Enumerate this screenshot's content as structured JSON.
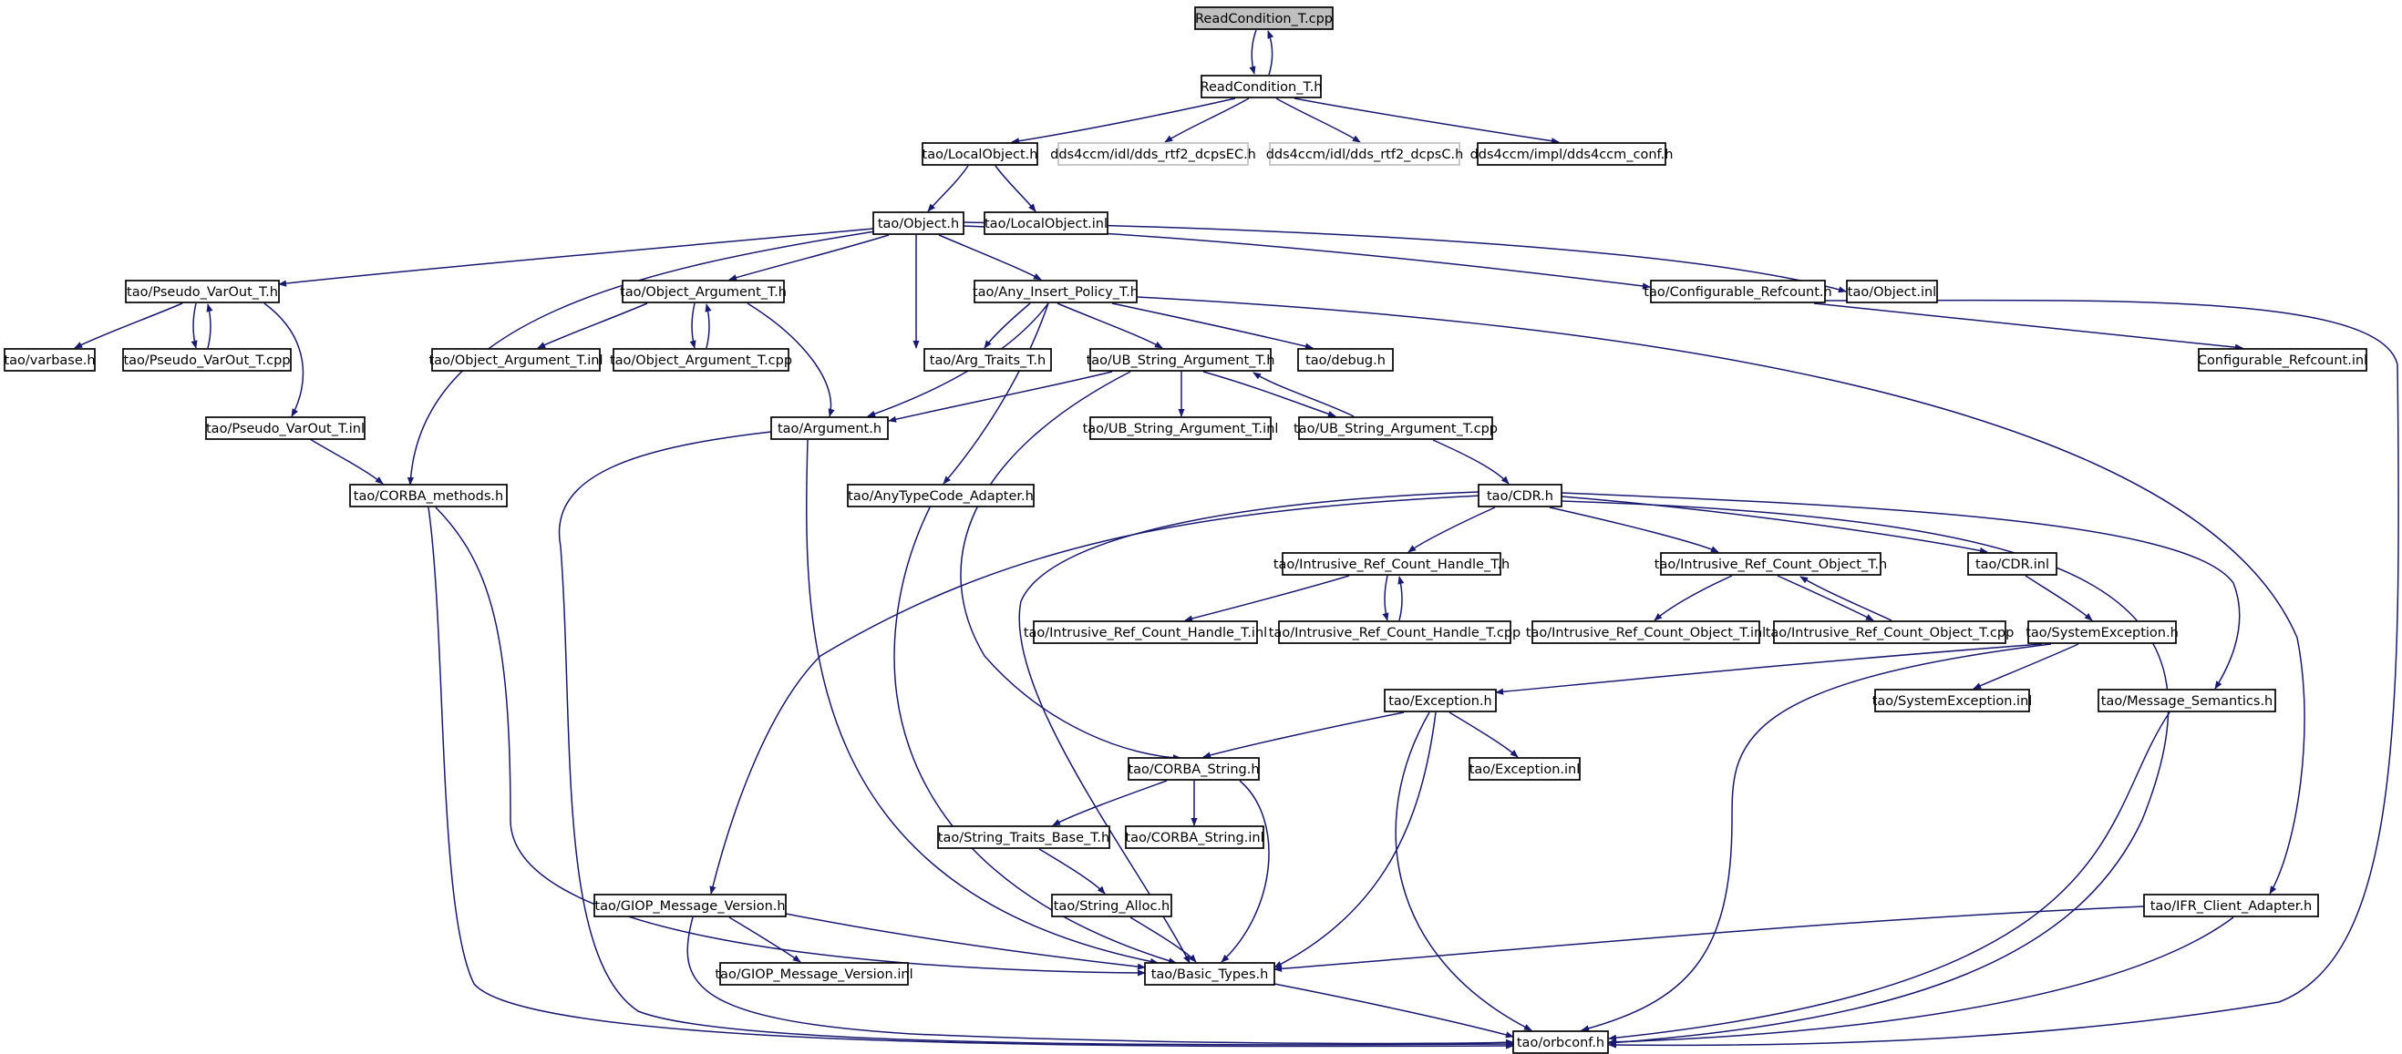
{
  "colors": {
    "edge": "#191970",
    "root_fill": "#bfbfbf",
    "external_border": "#bfbfbf",
    "node_border": "#000000"
  },
  "nodes": {
    "rc_cpp": "ReadCondition_T.cpp",
    "rc_h": "ReadCondition_T.h",
    "local_obj": "tao/LocalObject.h",
    "dcpsec": "dds4ccm/idl/dds_rtf2_dcpsEC.h",
    "dcpsc": "dds4ccm/idl/dds_rtf2_dcpsC.h",
    "ccmconf": "dds4ccm/impl/dds4ccm_conf.h",
    "object_h": "tao/Object.h",
    "local_obj_inl": "tao/LocalObject.inl",
    "pseudo_h": "tao/Pseudo_VarOut_T.h",
    "objarg_h": "tao/Object_Argument_T.h",
    "anyins_h": "tao/Any_Insert_Policy_T.h",
    "cfgref_h": "tao/Configurable_Refcount.h",
    "object_inl": "tao/Object.inl",
    "varbase": "tao/varbase.h",
    "pseudo_cpp": "tao/Pseudo_VarOut_T.cpp",
    "objarg_inl": "tao/Object_Argument_T.inl",
    "objarg_cpp": "tao/Object_Argument_T.cpp",
    "argtraits": "tao/Arg_Traits_T.h",
    "ubstr_h": "tao/UB_String_Argument_T.h",
    "debug": "tao/debug.h",
    "cfgref_inl": "Configurable_Refcount.inl",
    "pseudo_inl": "tao/Pseudo_VarOut_T.inl",
    "argument_h": "tao/Argument.h",
    "ubstr_inl": "tao/UB_String_Argument_T.inl",
    "ubstr_cpp": "tao/UB_String_Argument_T.cpp",
    "corba_methods": "tao/CORBA_methods.h",
    "anytc": "tao/AnyTypeCode_Adapter.h",
    "cdr_h": "tao/CDR.h",
    "irch_h": "tao/Intrusive_Ref_Count_Handle_T.h",
    "irco_h": "tao/Intrusive_Ref_Count_Object_T.h",
    "cdr_inl": "tao/CDR.inl",
    "irch_inl": "tao/Intrusive_Ref_Count_Handle_T.inl",
    "irch_cpp": "tao/Intrusive_Ref_Count_Handle_T.cpp",
    "irco_inl": "tao/Intrusive_Ref_Count_Object_T.inl",
    "irco_cpp": "tao/Intrusive_Ref_Count_Object_T.cpp",
    "sysexc_h": "tao/SystemException.h",
    "exc_h": "tao/Exception.h",
    "sysexc_inl": "tao/SystemException.inl",
    "msgsem": "tao/Message_Semantics.h",
    "exc_inl": "tao/Exception.inl",
    "corbastr_h": "tao/CORBA_String.h",
    "strtraits": "tao/String_Traits_Base_T.h",
    "corbastr_inl": "tao/CORBA_String.inl",
    "stralloc": "tao/String_Alloc.h",
    "giop_h": "tao/GIOP_Message_Version.h",
    "ifr": "tao/IFR_Client_Adapter.h",
    "giop_inl": "tao/GIOP_Message_Version.inl",
    "basic": "tao/Basic_Types.h",
    "orbconf": "tao/orbconf.h"
  }
}
